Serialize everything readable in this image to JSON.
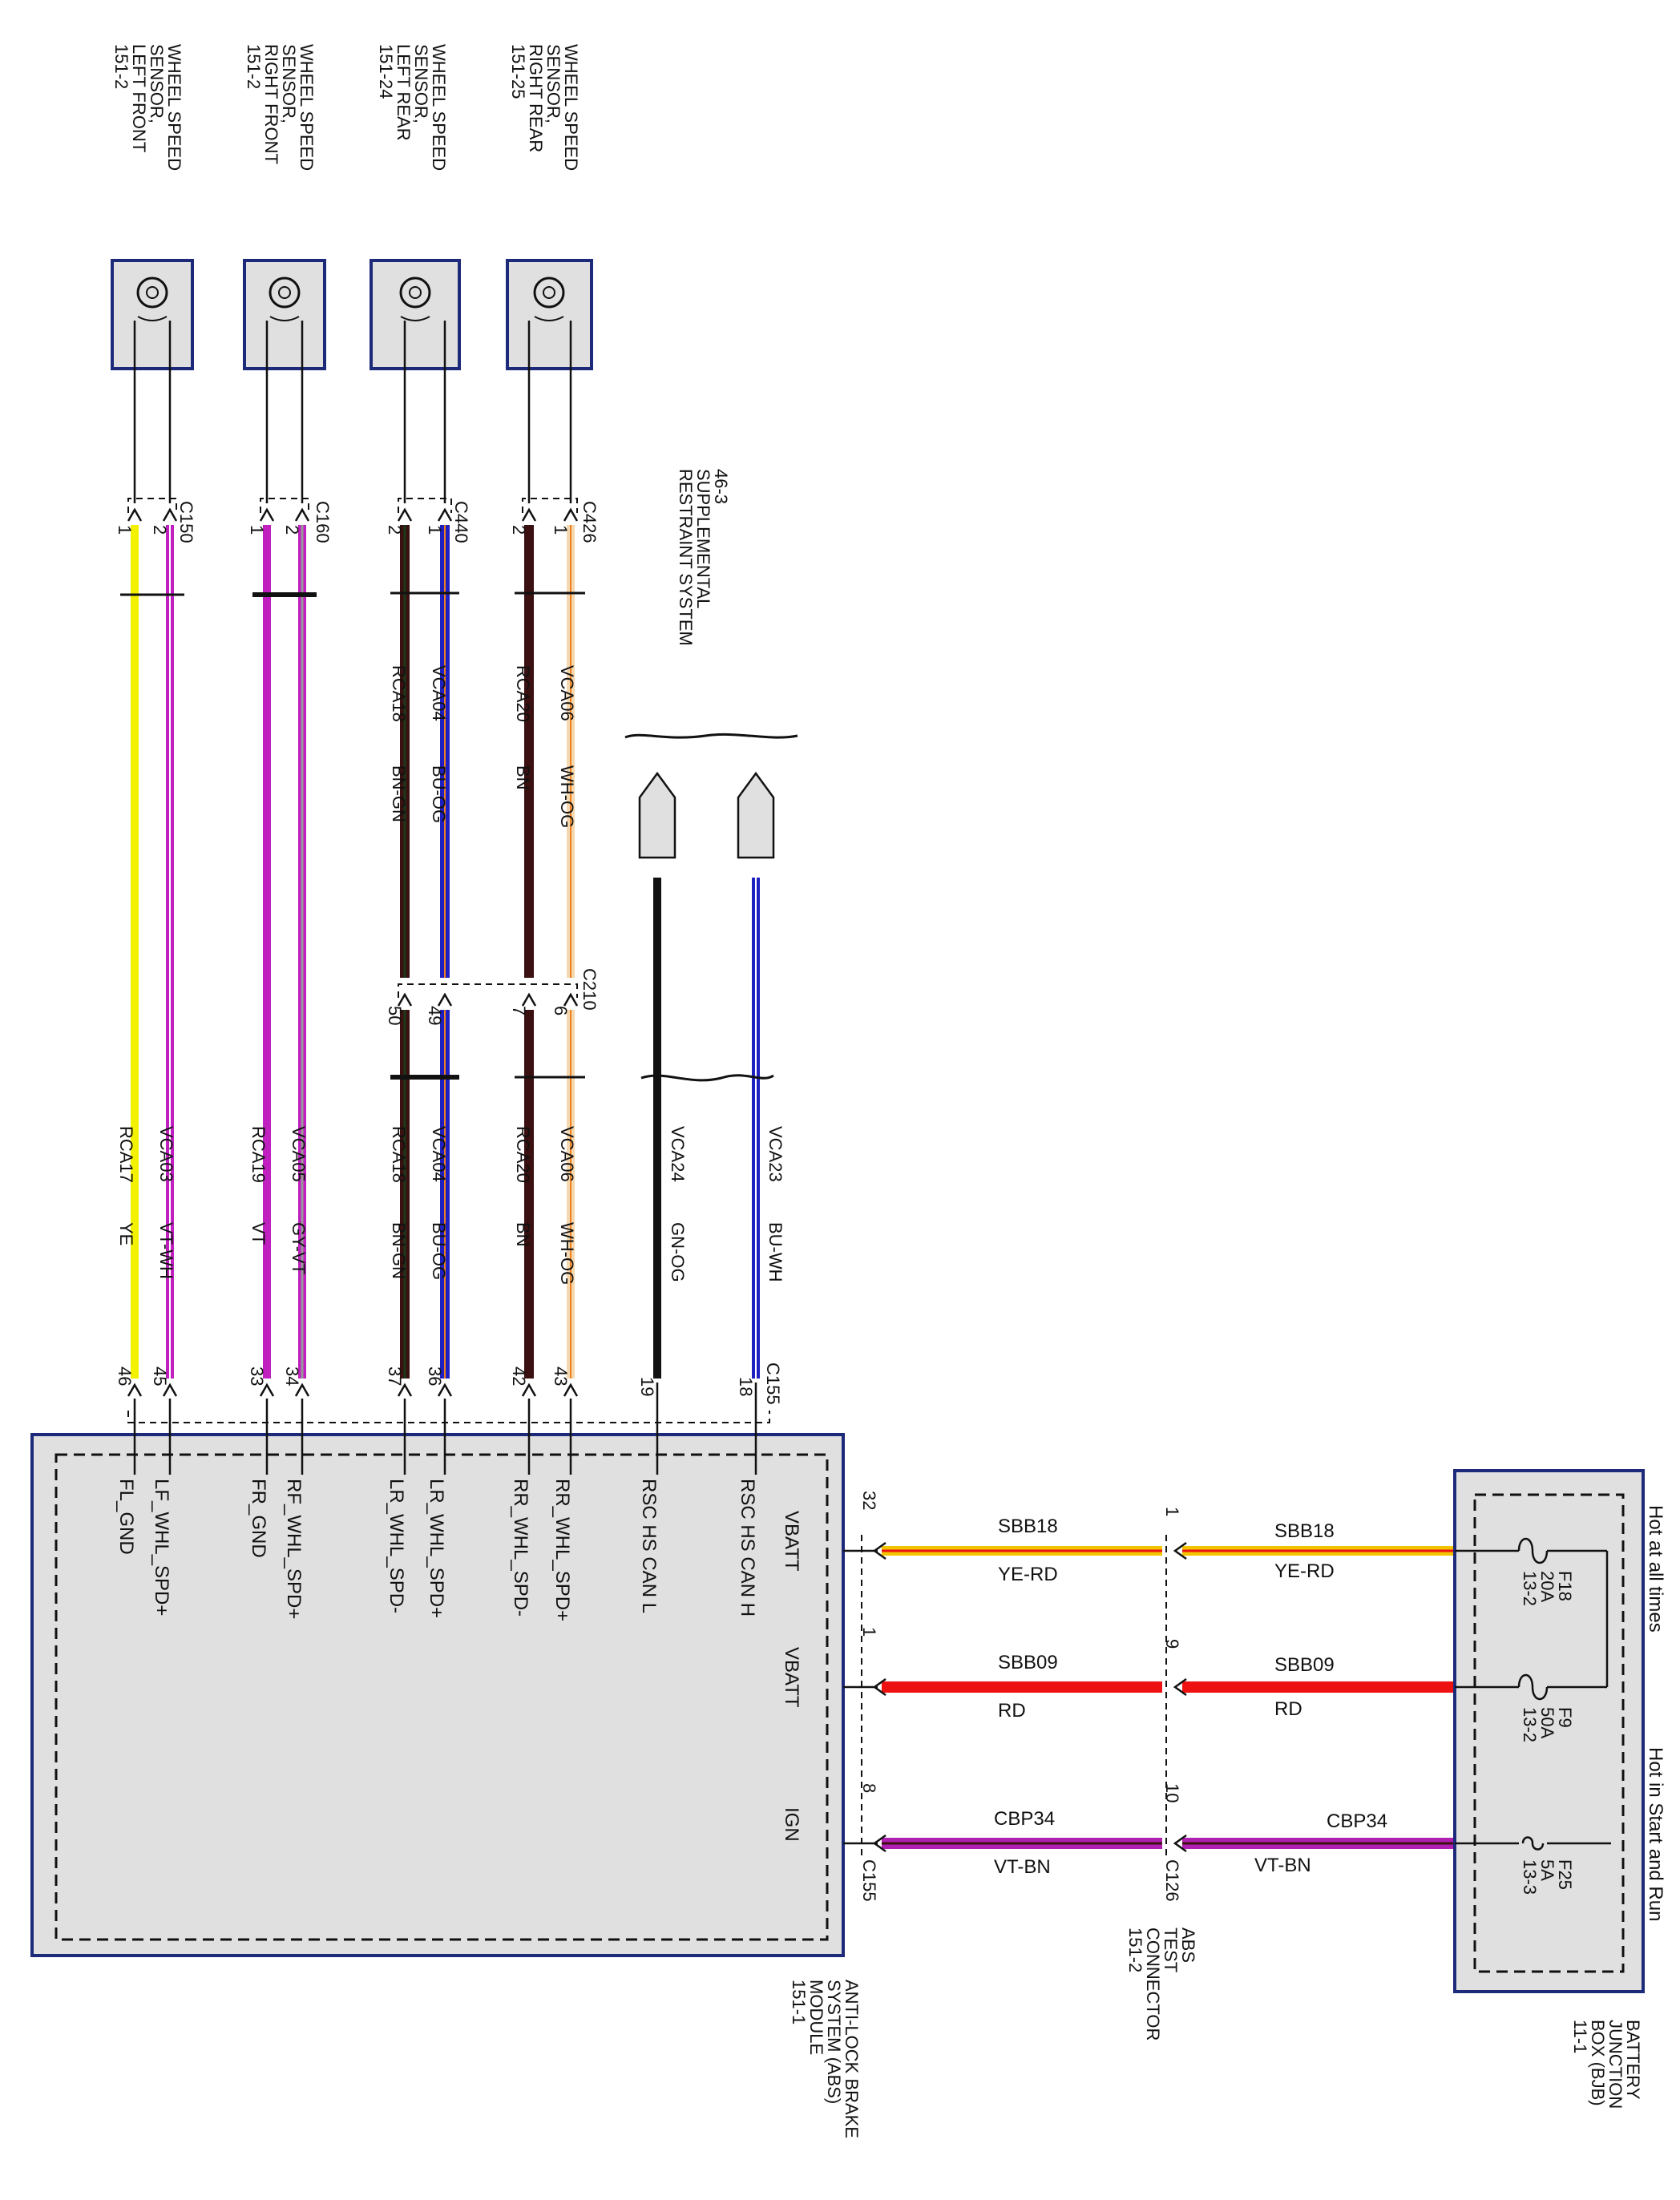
{
  "wheel_sensors": [
    {
      "id": "lf",
      "title_lines": [
        "WHEEL SPEED",
        "SENSOR,",
        "LEFT FRONT",
        "151-2"
      ]
    },
    {
      "id": "rf",
      "title_lines": [
        "WHEEL SPEED",
        "SENSOR,",
        "RIGHT FRONT",
        "151-2"
      ]
    },
    {
      "id": "lr",
      "title_lines": [
        "WHEEL SPEED",
        "SENSOR,",
        "LEFT REAR",
        "151-24"
      ]
    },
    {
      "id": "rr",
      "title_lines": [
        "WHEEL SPEED",
        "SENSOR,",
        "RIGHT REAR",
        "151-25"
      ]
    }
  ],
  "srs_label_lines": [
    "46-3",
    "SUPPLEMENTAL",
    "RESTRAINT SYSTEM"
  ],
  "connectors": {
    "c150": "C150",
    "c160": "C160",
    "c440": "C440",
    "c426": "C426",
    "c210": "C210",
    "c155_top": "C155",
    "c155_bottom": "C155",
    "c126": "C126"
  },
  "pins": {
    "c150": [
      "1",
      "2"
    ],
    "c160": [
      "1",
      "2"
    ],
    "c440": [
      "2",
      "1"
    ],
    "c426": [
      "2",
      "1"
    ],
    "c210": [
      "50",
      "49",
      "7",
      "6"
    ],
    "c155": [
      "46",
      "45",
      "33",
      "34",
      "37",
      "36",
      "42",
      "43",
      "19",
      "18"
    ],
    "c155_power": [
      "32",
      "1",
      "8"
    ],
    "c126": [
      "1",
      "9",
      "10"
    ]
  },
  "wire_labels": {
    "vca04": "VCA04",
    "bu_og": "BU-OG",
    "rca18": "RCA18",
    "bn_gn": "BN-GN",
    "vca06": "VCA06",
    "wh_og": "WH-OG",
    "rca20": "RCA20",
    "bn": "BN",
    "vca03": "VCA03",
    "vt_wh": "VT-WH",
    "rca17": "RCA17",
    "ye": "YE",
    "vca05": "VCA05",
    "gy_vt": "GY-VT",
    "rca19": "RCA19",
    "vt": "VT",
    "vca24": "VCA24",
    "gn_og": "GN-OG",
    "vca23": "VCA23",
    "bu_wh": "BU-WH",
    "sbb18": "SBB18",
    "ye_rd": "YE-RD",
    "sbb09": "SBB09",
    "rd": "RD",
    "cbp34": "CBP34",
    "vt_bn": "VT-BN"
  },
  "abs_module": {
    "pins": [
      "FL_GND",
      "LF_WHL_SPD+",
      "FR_GND",
      "RF_WHL_SPD+",
      "LR_WHL_SPD-",
      "LR_WHL_SPD+",
      "RR_WHL_SPD-",
      "RR_WHL_SPD+",
      "RSC HS CAN L",
      "RSC HS CAN H"
    ],
    "power_pins": [
      "VBATT",
      "VBATT",
      "IGN"
    ],
    "label_lines": [
      "ANTI-LOCK BRAKE",
      "SYSTEM (ABS)",
      "MODULE",
      "151-1"
    ]
  },
  "test_connector_label_lines": [
    "ABS",
    "TEST",
    "CONNECTOR",
    "151-2"
  ],
  "bjb": {
    "label_lines": [
      "BATTERY",
      "JUNCTION",
      "BOX (BJB)",
      "11-1"
    ],
    "hot_at_all_times": "Hot at all times",
    "hot_in_start_run": "Hot in Start and Run",
    "fuses": [
      {
        "lines": [
          "F18",
          "20A",
          "13-2"
        ]
      },
      {
        "lines": [
          "F9",
          "50A",
          "13-2"
        ]
      },
      {
        "lines": [
          "F25",
          "5A",
          "13-3"
        ]
      }
    ]
  },
  "colors": {
    "line": "#111111",
    "box_border": "#1d2a7a",
    "box_fill": "#e0e0e0",
    "yellow": "#f2f200",
    "violet": "#c020c0",
    "brown": "#3a1010",
    "blue": "#2020c0",
    "orange": "#f08020",
    "red": "#ee1111",
    "black": "#111111",
    "gray": "#b0b0b0",
    "white": "#ffffff"
  }
}
